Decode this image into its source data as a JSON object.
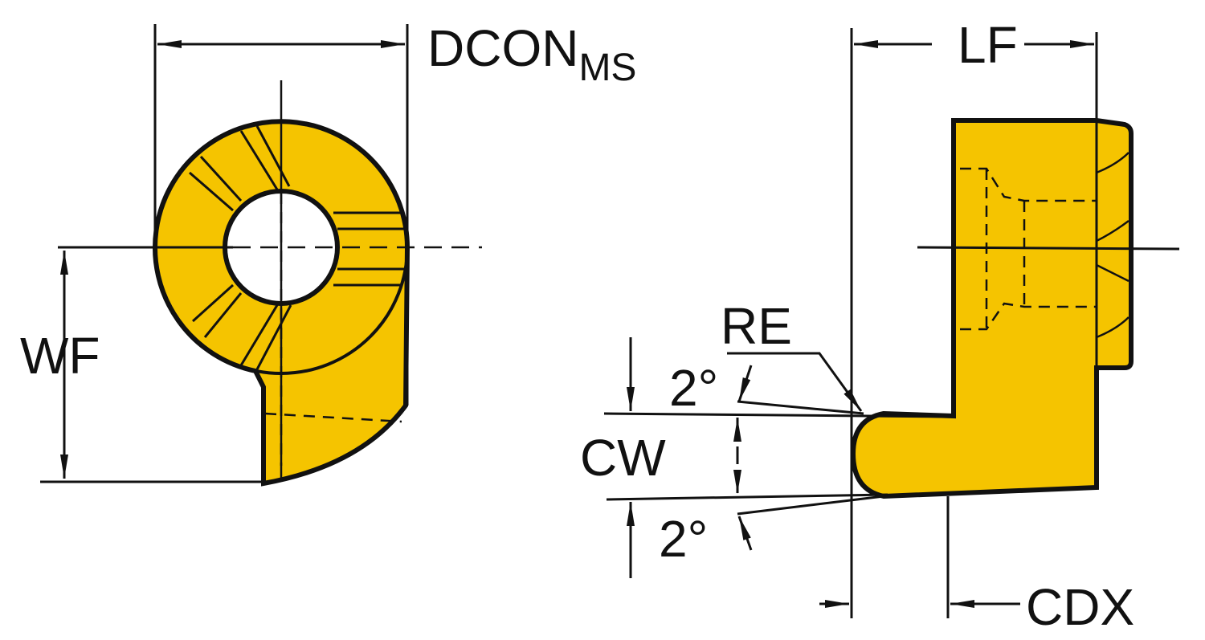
{
  "colors": {
    "insert": "#F5C400",
    "line": "#111111"
  },
  "labels": {
    "dcon": "DCON",
    "dcon_sub": "MS",
    "lf": "LF",
    "wf": "WF",
    "re": "RE",
    "angle_top": "2°",
    "cw": "CW",
    "angle_bottom": "2°",
    "cdx": "CDX"
  }
}
